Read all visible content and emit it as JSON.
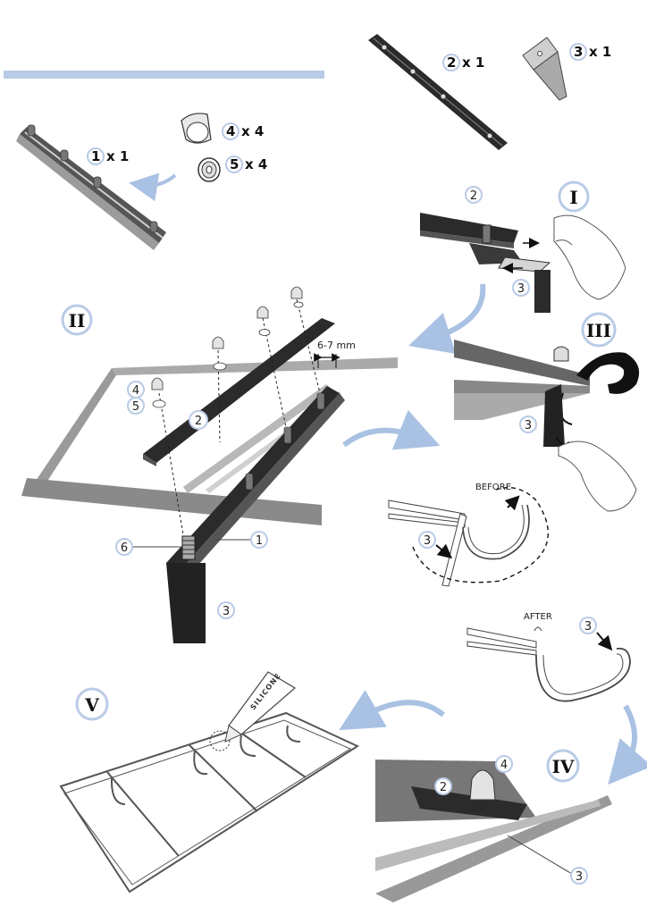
{
  "colors": {
    "accent": "#b9cbe6",
    "arrow_blue": "#a9c1e3",
    "bar_dark": "#2b2b2b",
    "frame_grey": "#9a9a9a"
  },
  "parts": [
    {
      "number": "1",
      "qty": "x 1"
    },
    {
      "number": "2",
      "qty": "x 1"
    },
    {
      "number": "3",
      "qty": "x 1"
    },
    {
      "number": "4",
      "qty": "x 4"
    },
    {
      "number": "5",
      "qty": "x 4"
    }
  ],
  "steps": {
    "I": "I",
    "II": "II",
    "III": "III",
    "IV": "IV",
    "V": "V"
  },
  "callouts": {
    "s1_bar": "2",
    "s1_bracket": "3",
    "s2_cap": "4",
    "s2_washer": "5",
    "s2_bar": "2",
    "s2_rail": "1",
    "s2_bolt": "6",
    "s2_bracket": "3",
    "s3_bracket": "3",
    "before_bracket": "3",
    "after_bracket": "3",
    "s4_cap": "4",
    "s4_bar": "2",
    "s4_bracket": "3"
  },
  "texts": {
    "gap": "6-7 mm",
    "before": "BEFORE",
    "after": "AFTER",
    "silicone": "SILICONE"
  }
}
